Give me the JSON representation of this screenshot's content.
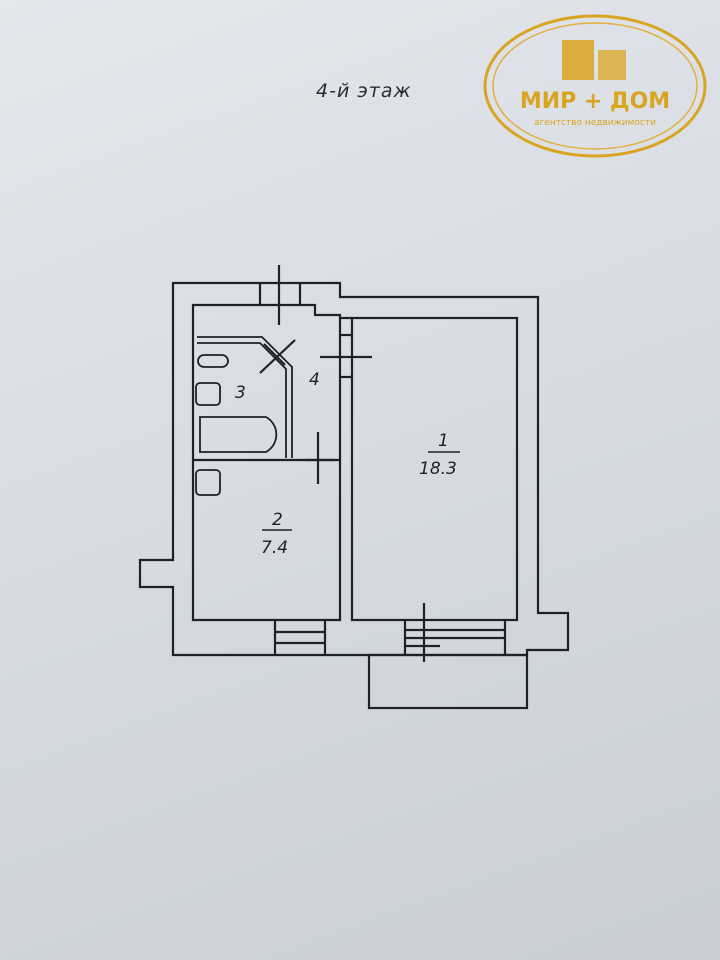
{
  "title": "4-й этаж",
  "logo": {
    "name": "МИР + ДОМ",
    "subtitle": "агентство недвижимости"
  },
  "rooms": [
    {
      "number": "1",
      "area": "18.3"
    },
    {
      "number": "2",
      "area": "7.4"
    },
    {
      "number": "3"
    },
    {
      "number": "4"
    }
  ],
  "colors": {
    "ink": "#1e2126",
    "gold": "#d9a520",
    "paper": "#dadee4"
  }
}
